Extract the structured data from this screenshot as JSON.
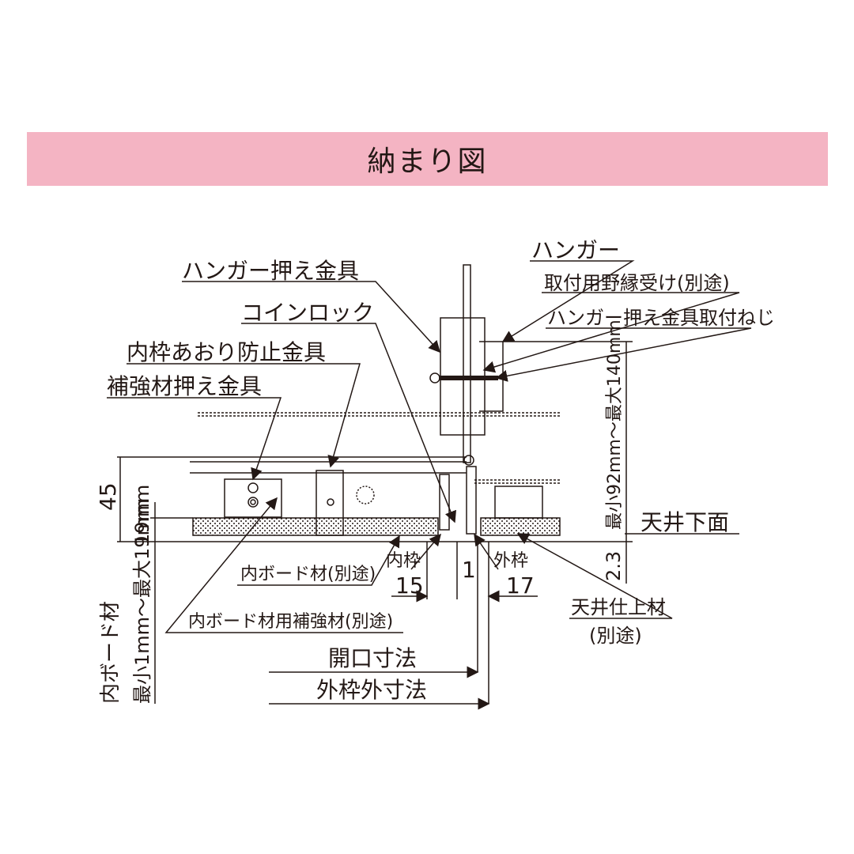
{
  "title": "納まり図",
  "colors": {
    "header_bg": "#f4b4c3",
    "line": "#231815"
  },
  "labels": {
    "hanger_clamp": "ハンガー押え金具",
    "coin_lock": "コインロック",
    "inner_frame_clamp": "内枠あおり防止金具",
    "reinforcement_clamp": "補強材押え金具",
    "hanger": "ハンガー",
    "runner_receiver": "取付用野縁受け(別途)",
    "clamp_screw": "ハンガー押え金具取付ねじ",
    "dim_45": "45",
    "dim_19mm": "19mm",
    "inner_board": "内ボード材(別途)",
    "inner_board_reinf": "内ボード材用補強材(別途)",
    "inner_frame": "内枠",
    "outer_frame": "外枠",
    "dim_15": "15",
    "dim_1": "1",
    "dim_17": "17",
    "ceiling_bottom": "天井下面",
    "ceiling_finish": "天井仕上材",
    "ceiling_finish_sub": "(別途)",
    "dim_2_3": "2.3",
    "opening_dim": "開口寸法",
    "outer_frame_dim": "外枠外寸法",
    "height_range": "最小92mm〜最大140mm",
    "board_col_1": "内ボード材",
    "board_col_2": "最小1mm〜最大19mm"
  }
}
